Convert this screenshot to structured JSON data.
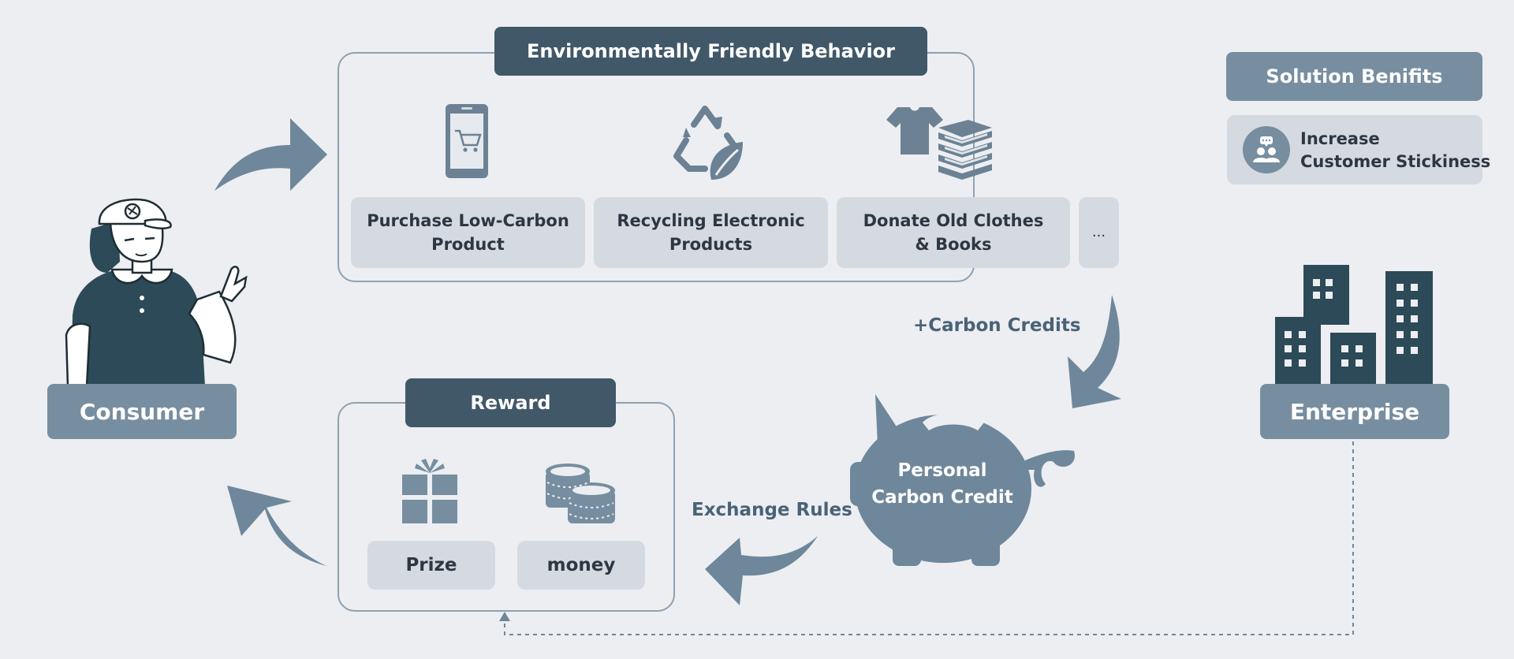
{
  "behavior": {
    "title": "Environmentally Friendly Behavior",
    "items": [
      {
        "label_line1": "Purchase Low-Carbon",
        "label_line2": "Product",
        "icon": "smartphone-cart-icon"
      },
      {
        "label_line1": "Recycling Electronic",
        "label_line2": "Products",
        "icon": "recycle-leaf-icon"
      },
      {
        "label_line1": "Donate Old Clothes",
        "label_line2": "& Books",
        "icon": "shirt-books-icon"
      }
    ],
    "more_label": "..."
  },
  "consumer": {
    "label": "Consumer"
  },
  "enterprise": {
    "label": "Enterprise"
  },
  "benefits": {
    "title": "Solution Benifits",
    "item_line1": "Increase",
    "item_line2": "Customer Stickiness"
  },
  "flow": {
    "carbon_credits_label": "+Carbon Credits",
    "exchange_rules_label": "Exchange Rules"
  },
  "piggy": {
    "line1": "Personal",
    "line2": "Carbon Credit"
  },
  "reward": {
    "title": "Reward",
    "items": [
      {
        "label": "Prize",
        "icon": "gift-icon"
      },
      {
        "label": "money",
        "icon": "coins-icon"
      }
    ]
  },
  "colors": {
    "dark": "#405868",
    "mid": "#778ea0",
    "card": "#d4dae0",
    "arrow": "#6f879a",
    "background": "#eceef2"
  }
}
